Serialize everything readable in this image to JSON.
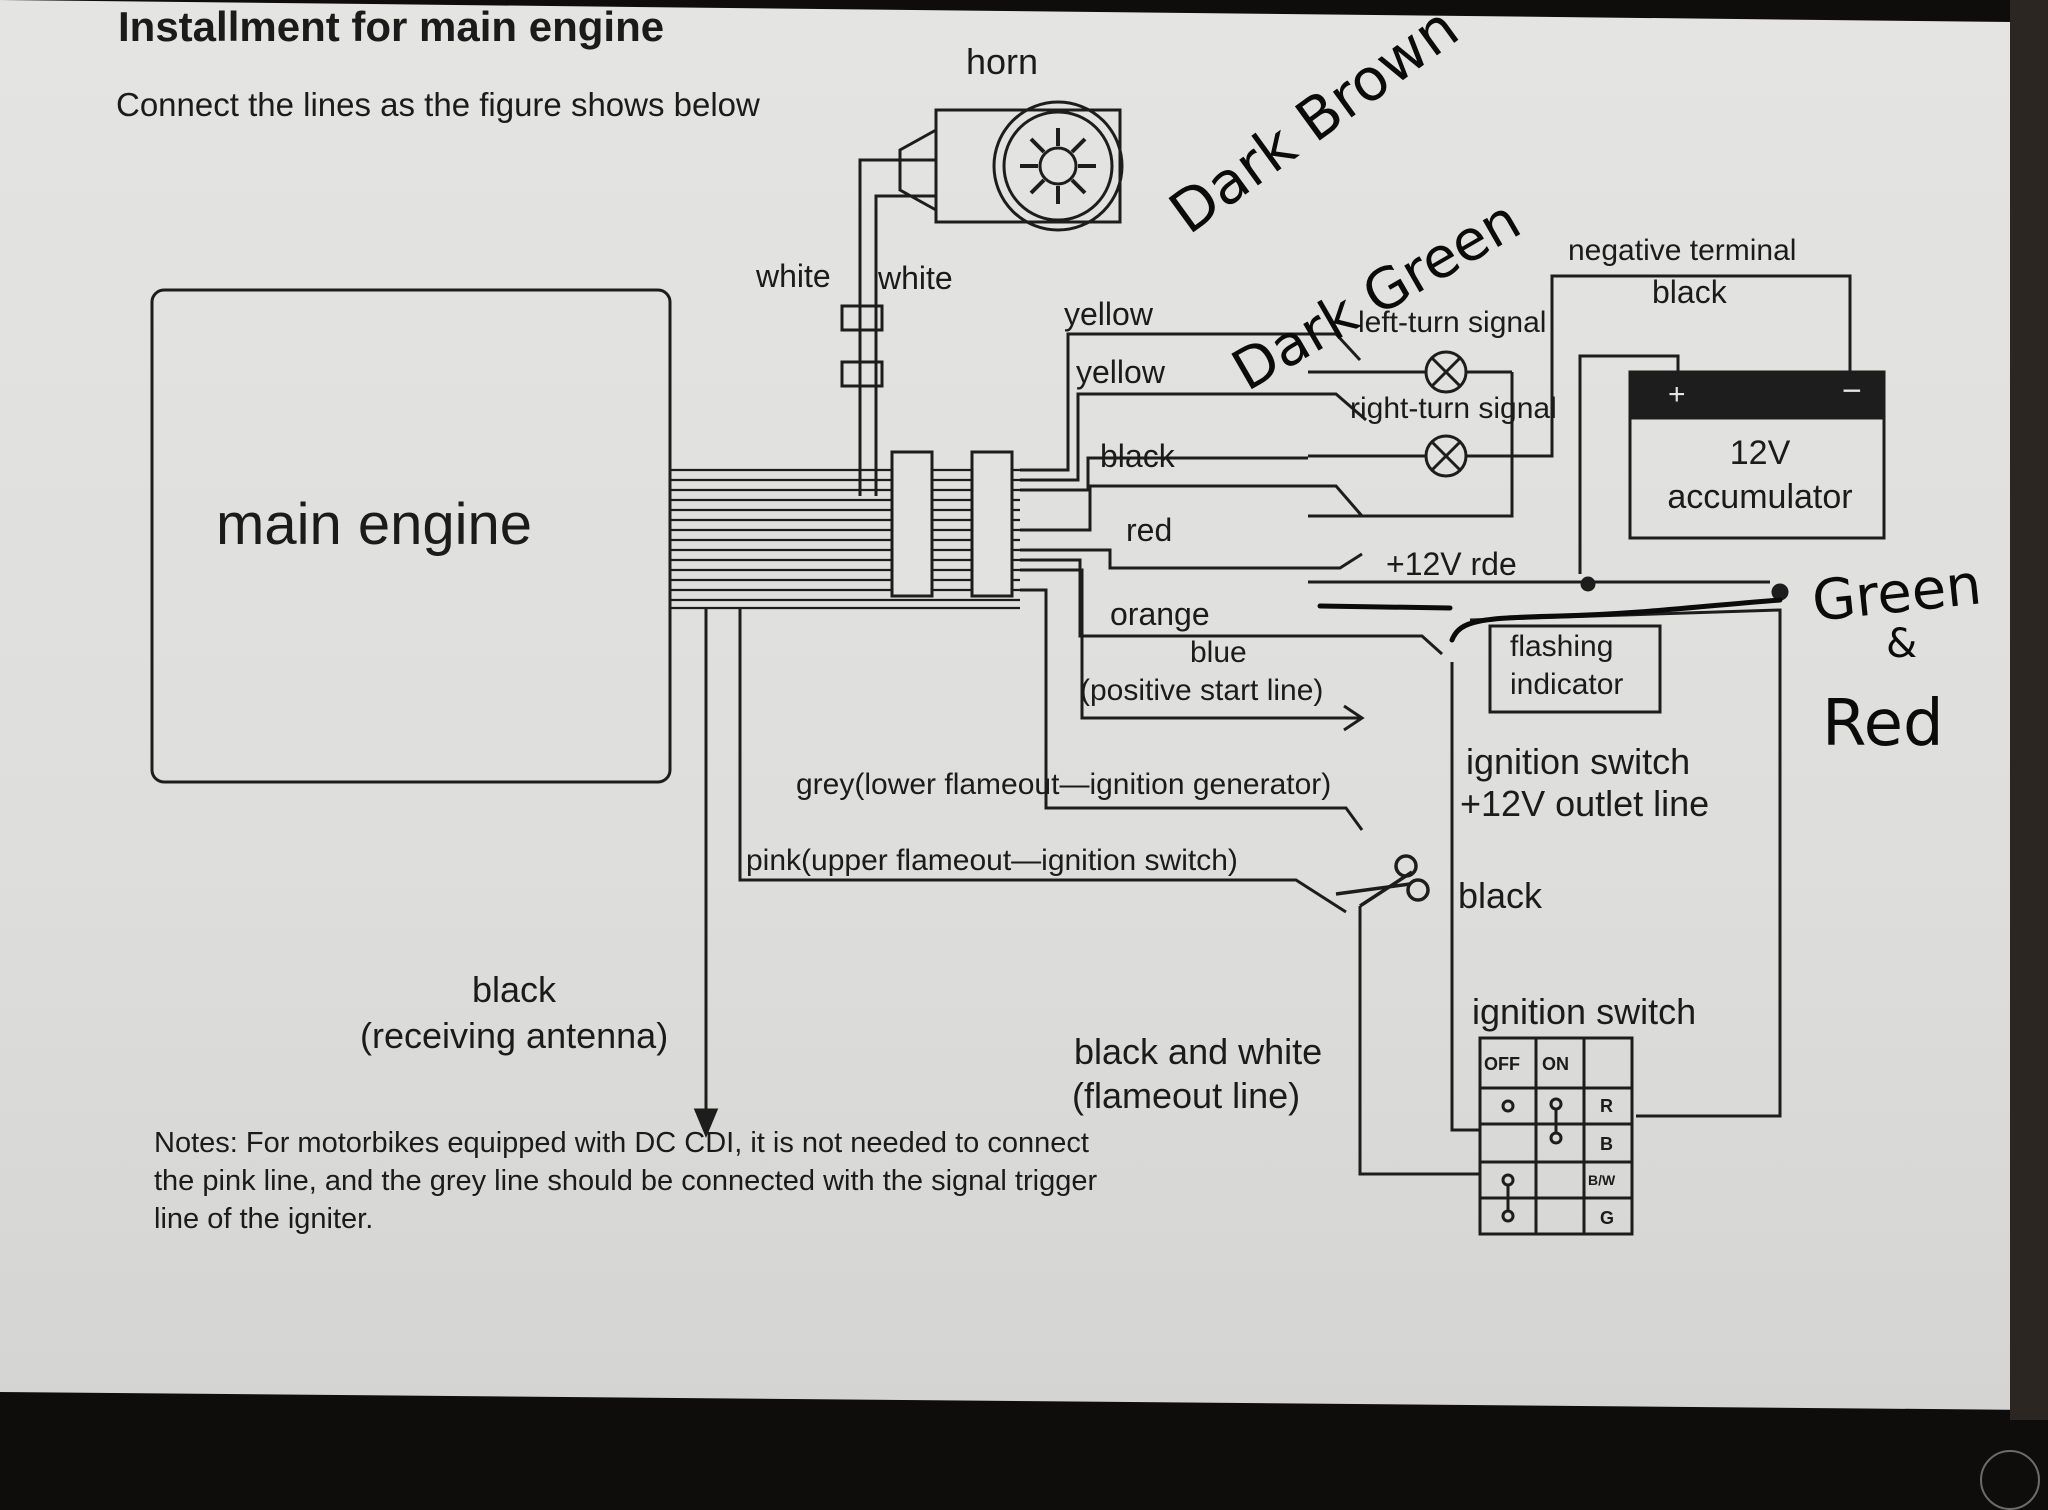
{
  "title": "Installment for main engine",
  "subtitle": "Connect the lines as the figure shows below",
  "main_engine_label": "main engine",
  "horn_label": "horn",
  "wire_labels": {
    "white_left": "white",
    "white_right": "white",
    "yellow_1": "yellow",
    "yellow_2": "yellow",
    "black": "black",
    "red": "red",
    "orange": "orange",
    "blue": "blue",
    "positive_start": "(positive start line)",
    "grey": "grey(lower flameout—ignition generator)",
    "pink": "pink(upper flameout—ignition switch)",
    "antenna_color": "black",
    "antenna_desc": "(receiving antenna)",
    "flameout_color": "black and white",
    "flameout_desc": "(flameout line)"
  },
  "components": {
    "left_turn": "left-turn signal",
    "right_turn": "right-turn signal",
    "negative_terminal": "negative terminal",
    "negative_color": "black",
    "plus_12v": "+12V  rde",
    "flashing_1": "flashing",
    "flashing_2": "indicator",
    "ign_outlet_1": "ignition switch",
    "ign_outlet_2": "+12V outlet line",
    "black_wire": "black",
    "ignition_switch": "ignition switch",
    "accumulator_voltage": "12V",
    "accumulator_name": "accumulator",
    "plus": "+",
    "minus": "−"
  },
  "switch_table": {
    "off": "OFF",
    "on": "ON",
    "r": "R",
    "b": "B",
    "bw": "B/W",
    "g": "G"
  },
  "handwritten": {
    "dark_brown": "Dark Brown",
    "dark_green": "Dark Green",
    "green": "Green",
    "amp": "&",
    "red": "Red"
  },
  "notes": [
    "Notes: For motorbikes equipped with DC CDI, it is not needed to connect",
    "the pink line, and the grey line should be connected with the signal trigger",
    " line of the igniter."
  ]
}
